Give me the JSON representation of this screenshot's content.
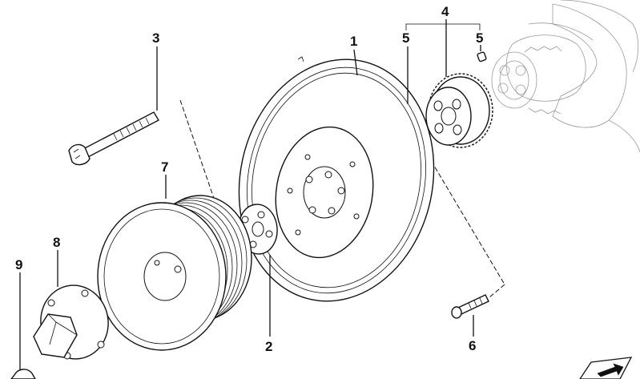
{
  "callouts": {
    "c1": "1",
    "c2": "2",
    "c3": "3",
    "c4": "4",
    "c5a": "5",
    "c5b": "5",
    "c6": "6",
    "c7": "7",
    "c8": "8",
    "c9": "9"
  },
  "icons": {
    "corner": "exploded-view-arrow-icon",
    "background": "crankshaft-icon"
  }
}
